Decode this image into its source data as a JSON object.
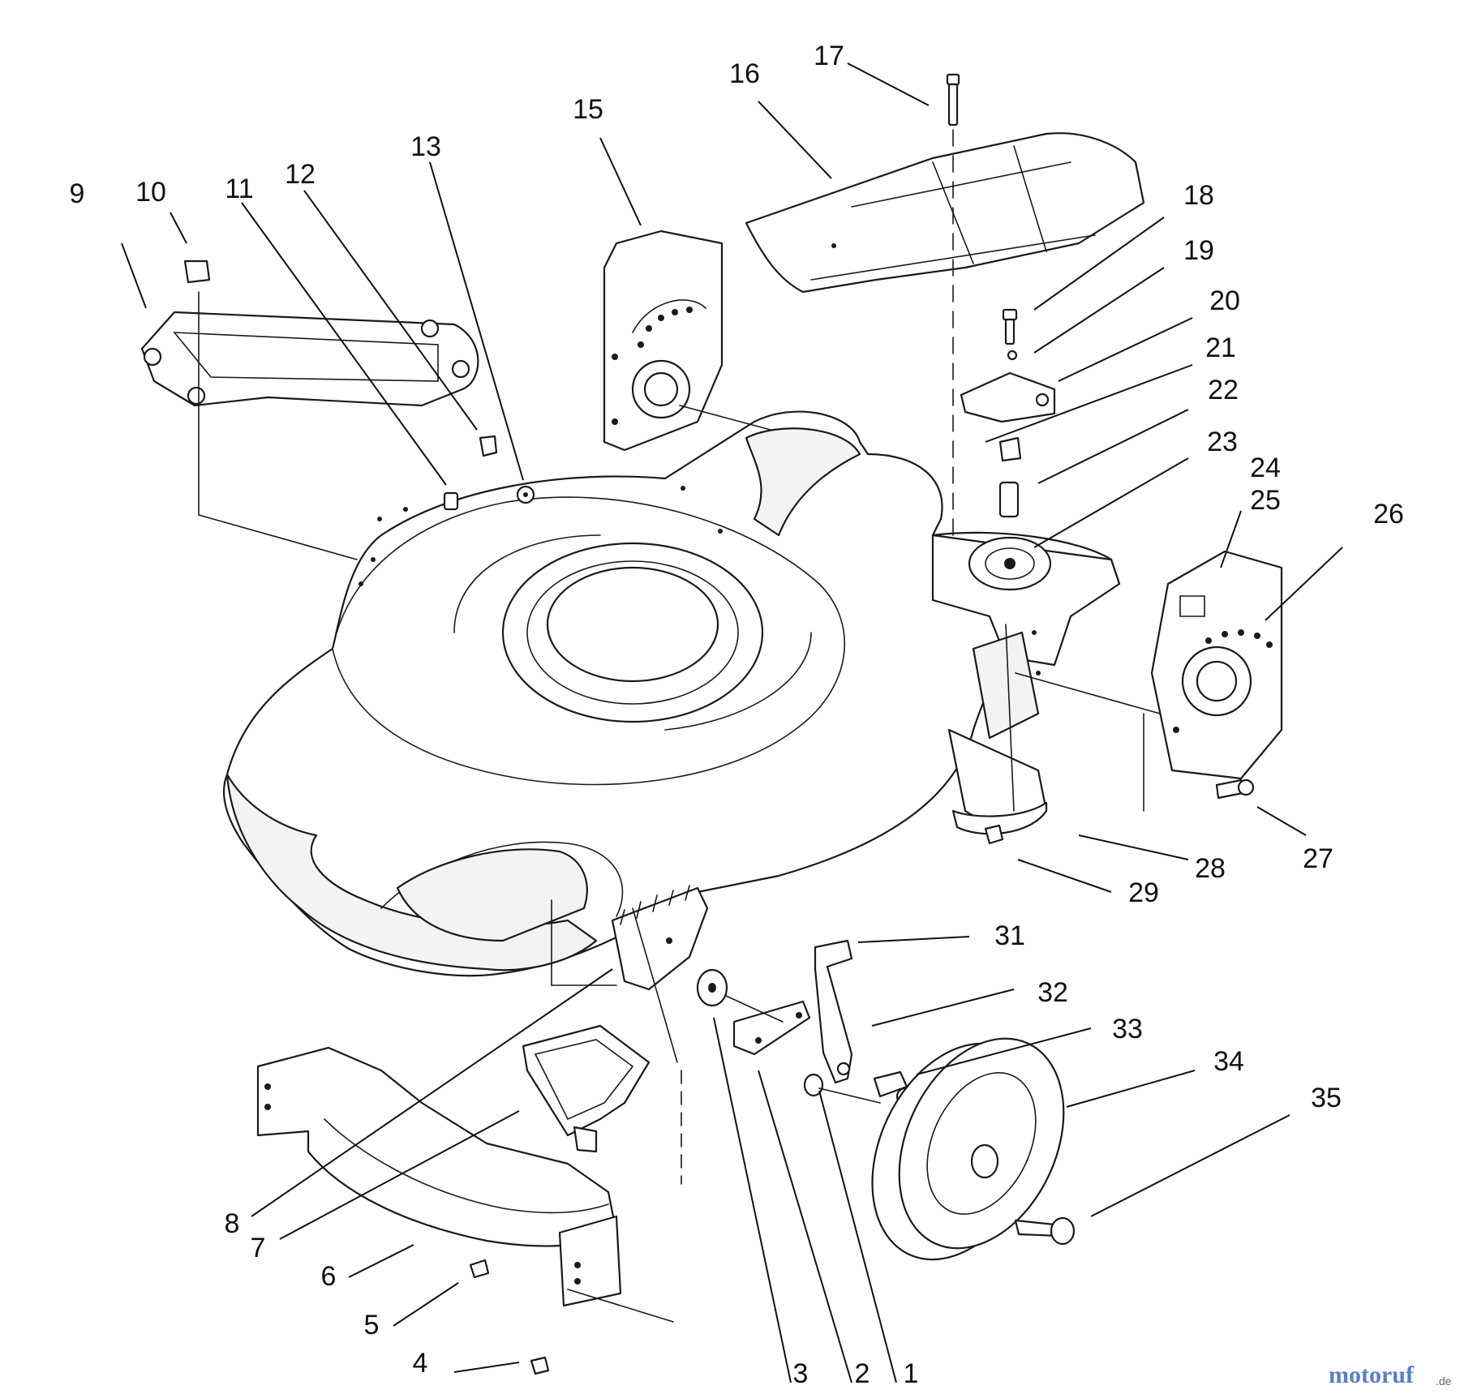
{
  "diagram": {
    "callouts": [
      "1",
      "2",
      "3",
      "4",
      "5",
      "6",
      "7",
      "8",
      "9",
      "10",
      "11",
      "12",
      "13",
      "15",
      "16",
      "17",
      "18",
      "19",
      "20",
      "21",
      "22",
      "23",
      "24",
      "25",
      "26",
      "27",
      "28",
      "29",
      "31",
      "32",
      "33",
      "34",
      "35"
    ]
  },
  "watermark": {
    "brand": "motoruf",
    "tld": ".de",
    "colors": {
      "brand": "#5a7fbf"
    }
  }
}
